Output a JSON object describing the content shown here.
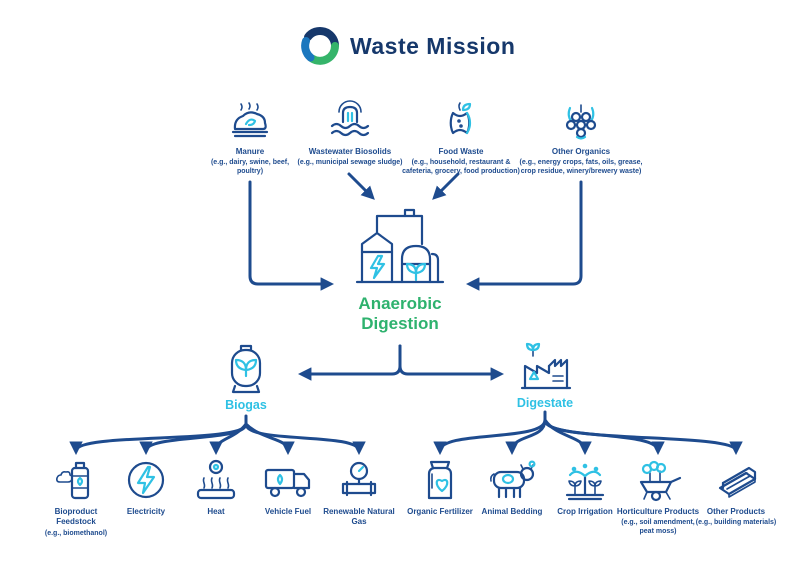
{
  "colors": {
    "navy": "#1E4B8E",
    "brand": "#16386B",
    "cyan": "#2FC1E4",
    "green": "#2EB26E",
    "logo_green": "#35B46A",
    "logo_blue": "#1B77BE",
    "bg": "#FFFFFF"
  },
  "logo": {
    "brand": "Waste Mission",
    "icon": "waste-mission-swirl-icon"
  },
  "inputs": [
    {
      "name": "Manure",
      "detail": "(e.g., dairy, swine, beef, poultry)",
      "icon": "manure-icon"
    },
    {
      "name": "Wastewater Biosolids",
      "detail": "(e.g., municipal sewage sludge)",
      "icon": "wastewater-biosolids-icon"
    },
    {
      "name": "Food Waste",
      "detail": "(e.g., household, restaurant & cafeteria, grocery, food production)",
      "icon": "food-waste-icon"
    },
    {
      "name": "Other Organics",
      "detail": "(e.g., energy crops, fats, oils, grease, crop residue, winery/brewery waste)",
      "icon": "other-organics-icon"
    }
  ],
  "process": {
    "name": "Anaerobic Digestion",
    "icon": "anaerobic-digester-icon"
  },
  "outputs": {
    "biogas": {
      "label": "Biogas",
      "icon": "biogas-tank-icon",
      "items": [
        {
          "name": "Bioproduct Feedstock",
          "detail": "(e.g., biomethanol)",
          "icon": "bioproduct-feedstock-icon"
        },
        {
          "name": "Electricity",
          "detail": "",
          "icon": "electricity-icon"
        },
        {
          "name": "Heat",
          "detail": "",
          "icon": "heat-icon"
        },
        {
          "name": "Vehicle Fuel",
          "detail": "",
          "icon": "vehicle-fuel-icon"
        },
        {
          "name": "Renewable Natural Gas",
          "detail": "",
          "icon": "natural-gas-pipeline-icon"
        }
      ]
    },
    "digestate": {
      "label": "Digestate",
      "icon": "digestate-factory-icon",
      "items": [
        {
          "name": "Organic Fertilizer",
          "detail": "",
          "icon": "organic-fertilizer-icon"
        },
        {
          "name": "Animal Bedding",
          "detail": "",
          "icon": "animal-bedding-icon"
        },
        {
          "name": "Crop Irrigation",
          "detail": "",
          "icon": "crop-irrigation-icon"
        },
        {
          "name": "Horticulture Products",
          "detail": "(e.g., soil amendment, peat moss)",
          "icon": "horticulture-products-icon"
        },
        {
          "name": "Other Products",
          "detail": "(e.g., building materials)",
          "icon": "other-products-icon"
        }
      ]
    }
  }
}
